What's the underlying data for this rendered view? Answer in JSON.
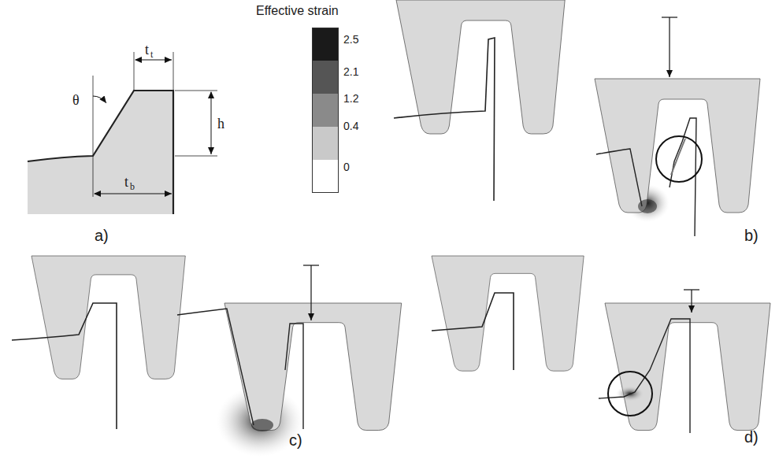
{
  "diagram": {
    "labels": [
      "θ",
      "t",
      "t",
      "h",
      "t",
      "b",
      "Effective strain",
      "a)",
      "b)",
      "c)",
      "d)"
    ],
    "legend": [
      {
        "text": "2.5",
        "color": "#1a1a1a"
      },
      {
        "text": "2.1",
        "color": "#555555"
      },
      {
        "text": "1.2",
        "color": "#8a8a8a"
      },
      {
        "text": "0.4",
        "color": "#c9c9c9"
      },
      {
        "text": "0",
        "color": "#ffffff"
      }
    ]
  }
}
